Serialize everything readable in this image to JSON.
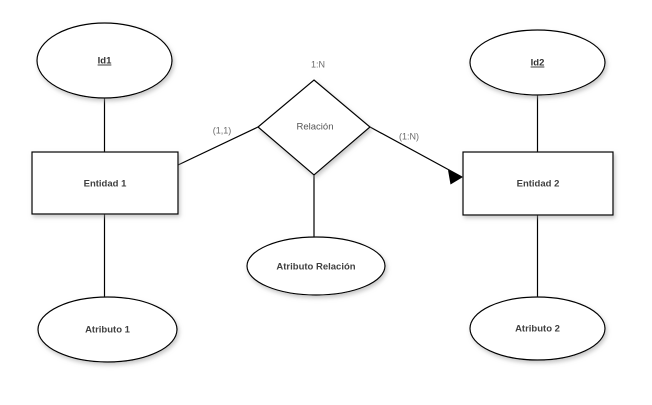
{
  "diagram": {
    "type": "entity-relationship-diagram",
    "background_color": "#ffffff",
    "stroke_color": "#000000",
    "text_color": "#404040"
  },
  "entities": [
    {
      "id": "entidad1",
      "label": "Entidad 1"
    },
    {
      "id": "entidad2",
      "label": "Entidad 2"
    }
  ],
  "relationship": {
    "label": "Relación",
    "top_cardinality": "1:N"
  },
  "attributes": [
    {
      "id": "id1",
      "label": "Id1",
      "key": true
    },
    {
      "id": "id2",
      "label": "Id2",
      "key": true
    },
    {
      "id": "atributo1",
      "label": "Atributo 1",
      "key": false
    },
    {
      "id": "atributo2",
      "label": "Atributo 2",
      "key": false
    },
    {
      "id": "atributo-relacion",
      "label": "Atributo Relación",
      "key": false
    }
  ],
  "cardinalities": {
    "left": "(1,1)",
    "right": "(1:N)"
  }
}
